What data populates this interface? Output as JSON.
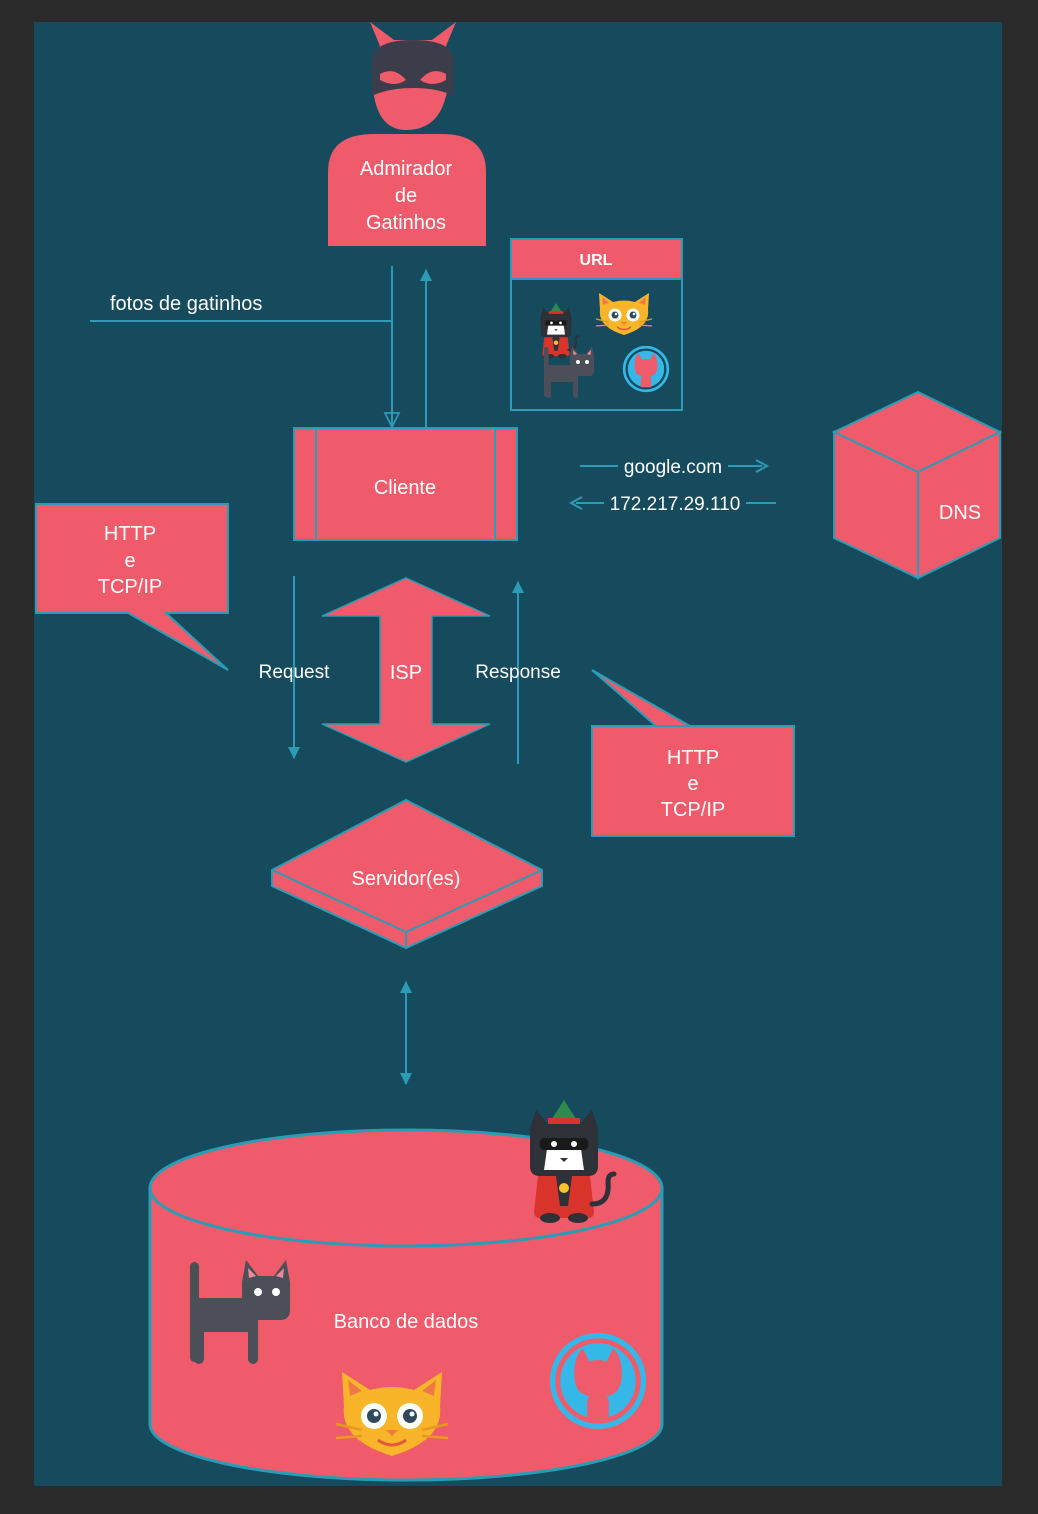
{
  "diagram": {
    "user_label": [
      "Admirador",
      "de",
      "Gatinhos"
    ],
    "url_label": "URL",
    "photos_label": "fotos de gatinhos",
    "client_label": "Cliente",
    "dns_request": "google.com",
    "dns_response": "172.217.29.110",
    "dns_label": "DNS",
    "protocol_left": [
      "HTTP",
      "e",
      "TCP/IP"
    ],
    "protocol_right": [
      "HTTP",
      "e",
      "TCP/IP"
    ],
    "request_label": "Request",
    "isp_label": "ISP",
    "response_label": "Response",
    "server_label": "Servidor(es)",
    "database_label": "Banco de dados"
  },
  "colors": {
    "background": "#164b5e",
    "frame": "#2a2a2a",
    "shape_fill": "#ef5b6a",
    "line": "#2b9cb5",
    "text": "#ffffff",
    "cat_gray": "#4c4f57",
    "cat_orange": "#f9b52a",
    "github_blue": "#35b8e8"
  }
}
